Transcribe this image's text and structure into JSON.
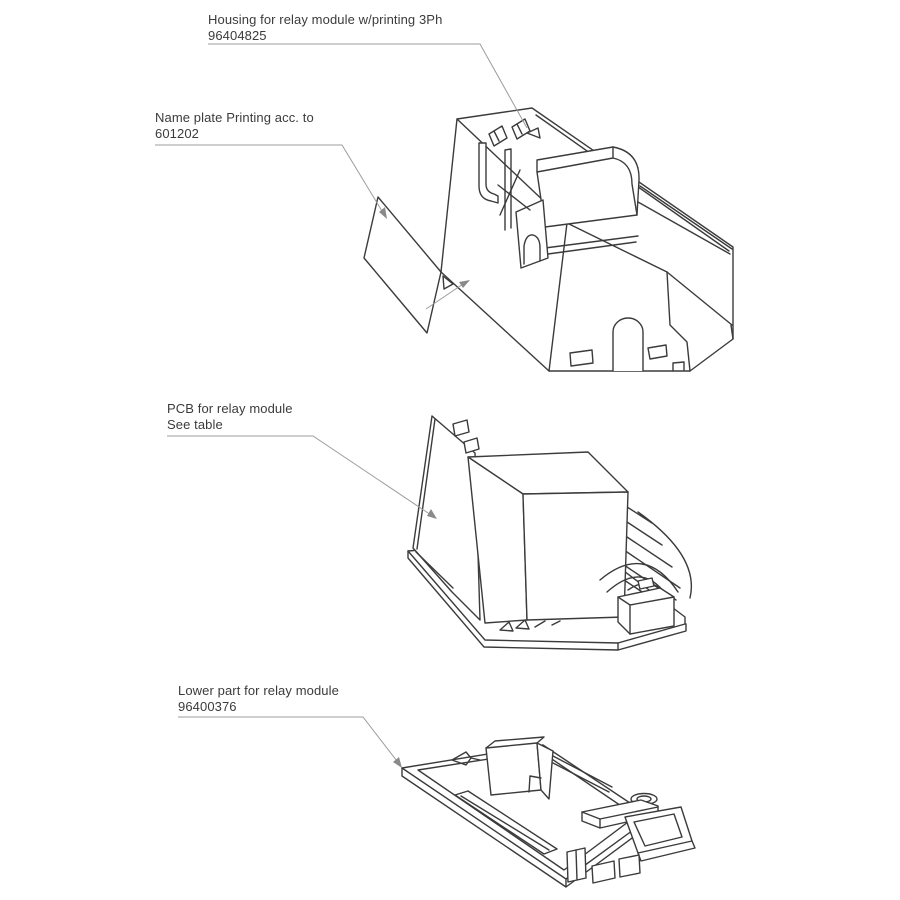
{
  "figure": {
    "title": "Relay module exploded parts diagram",
    "colors": {
      "background": "#ffffff",
      "drawing_line": "#3b3b3b",
      "leader_line": "#9c9c9c",
      "text": "#3b3b3b"
    },
    "parts": [
      {
        "id": "housing",
        "label": {
          "line1": "Housing for relay module w/printing 3Ph",
          "line2": "96404825"
        }
      },
      {
        "id": "name_plate",
        "label": {
          "line1": "Name plate Printing acc. to",
          "line2": "601202"
        }
      },
      {
        "id": "pcb",
        "label": {
          "line1": "PCB for relay module",
          "line2": "See table"
        }
      },
      {
        "id": "lower_part",
        "label": {
          "line1": "Lower part for relay module",
          "line2": "96400376"
        }
      }
    ]
  }
}
